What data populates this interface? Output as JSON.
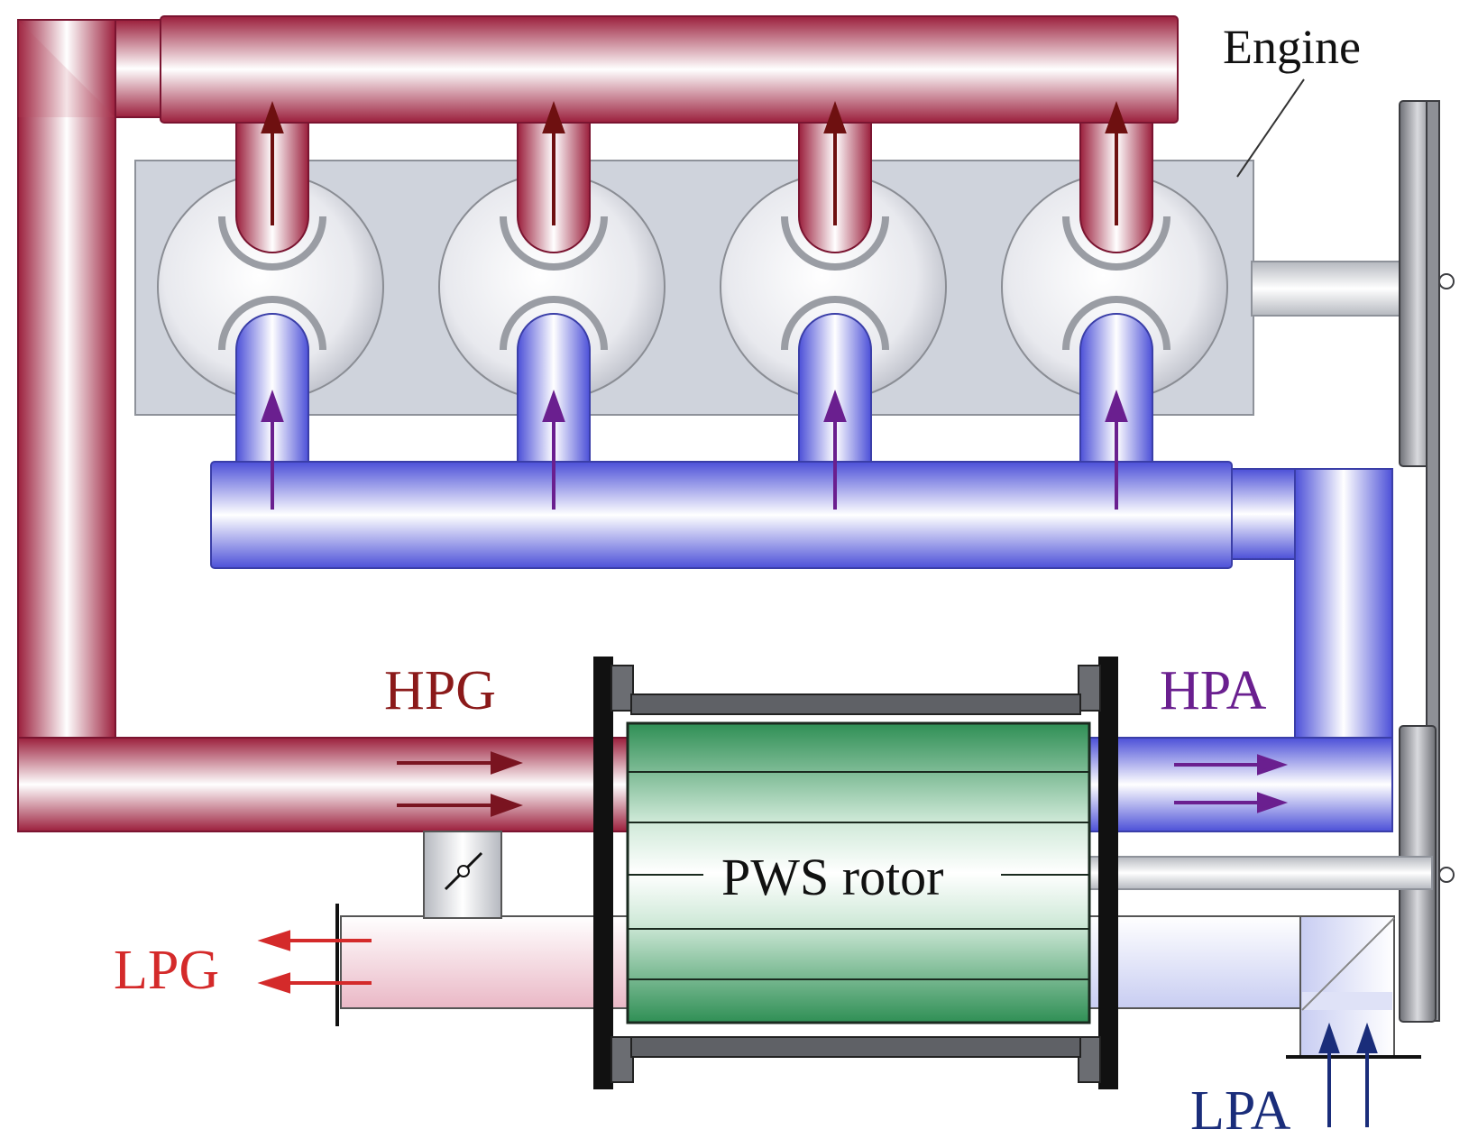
{
  "labels": {
    "engine": "Engine",
    "hpg": "HPG",
    "hpa": "HPA",
    "lpg": "LPG",
    "lpa": "LPA",
    "rotor": "PWS rotor"
  },
  "colors": {
    "hot_gas": "#9b1f3c",
    "hot_gas_light": "#f2dde2",
    "air": "#4c50d8",
    "air_light": "#f0f0ff",
    "lp_gas_label": "#d42a2a",
    "hpg_label": "#8b1a1a",
    "hpa_label": "#6a1f8f",
    "lpa_label": "#1a2d7a",
    "rotor_green": "#2f8f55",
    "engine_block": "#cfd3dc"
  },
  "icons": [
    "flow-arrow-icon",
    "throttle-valve-icon",
    "pulley-icon"
  ]
}
